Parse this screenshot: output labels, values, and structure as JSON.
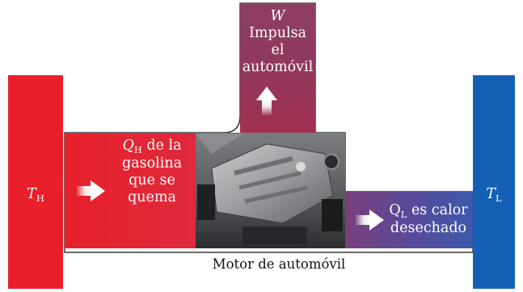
{
  "hot_reservoir": {
    "symbol": "T",
    "subscript": "H",
    "color": "#e8202b"
  },
  "cold_reservoir": {
    "symbol": "T",
    "subscript": "L",
    "color": "#1560b4"
  },
  "work_output": {
    "symbol": "W",
    "lines": [
      "Impulsa",
      "el",
      "automóvil"
    ],
    "color": "#8e3a5c"
  },
  "heat_input": {
    "symbol": "Q",
    "subscript": "H",
    "rest_first_line": " de la",
    "lines": [
      "gasolina",
      "que se",
      "quema"
    ]
  },
  "heat_output": {
    "symbol": "Q",
    "subscript": "L",
    "rest_first_line": " es calor",
    "lines": [
      "desechado"
    ]
  },
  "engine": {
    "caption": "Motor de automóvil",
    "image_icon": "car-engine-photo"
  },
  "colors": {
    "hot": "#e8202b",
    "cold": "#1560b4",
    "work": "#8e3a5c",
    "waste": "#5a4c96",
    "arrow": "#ffffff"
  }
}
